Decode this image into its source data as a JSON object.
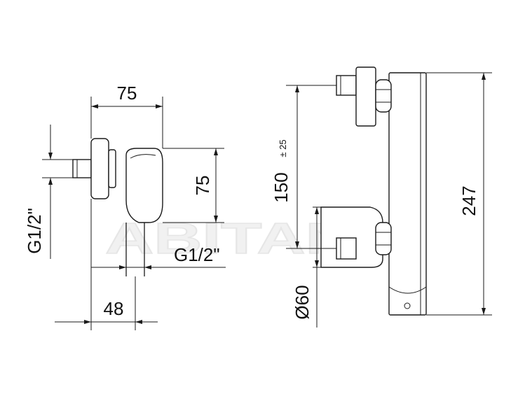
{
  "watermark": "ABITANTI",
  "dimensions": {
    "side_width": "75",
    "side_height": "75",
    "side_depth": "48",
    "thread_left": "G1/2\"",
    "thread_bottom": "G1/2\"",
    "center_distance": "150",
    "center_tolerance": "± 25",
    "total_height": "247",
    "diameter": "Ø60"
  },
  "colors": {
    "line": "#1a1a1a",
    "background": "#ffffff"
  }
}
